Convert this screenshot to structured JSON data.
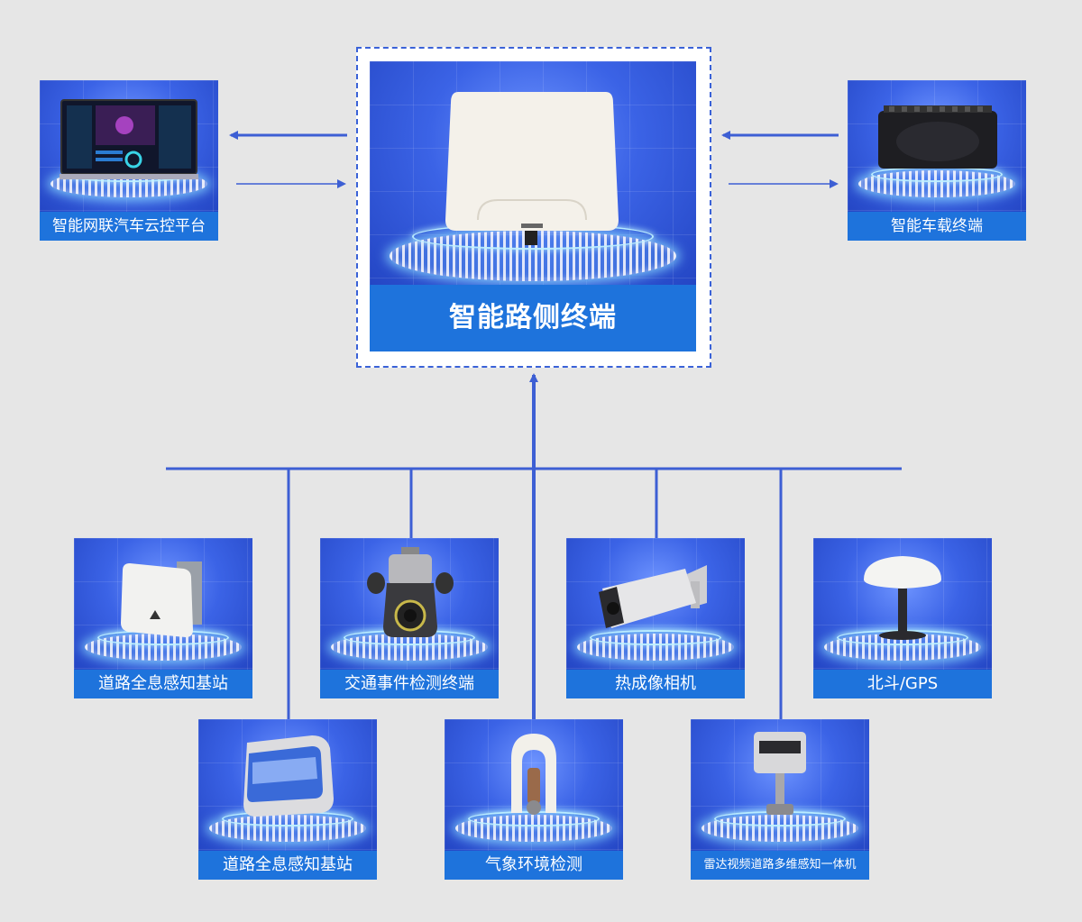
{
  "center": {
    "label": "智能路侧终端"
  },
  "cloud_platform": {
    "label": "智能网联汽车云控平台"
  },
  "vehicle_terminal": {
    "label": "智能车载终端"
  },
  "sensors": [
    {
      "label": "道路全息感知基站"
    },
    {
      "label": "交通事件检测终端"
    },
    {
      "label": "热成像相机"
    },
    {
      "label": "北斗/GPS"
    },
    {
      "label": "道路全息感知基站"
    },
    {
      "label": "气象环境检测"
    },
    {
      "label": "雷达视频道路多维感知一体机"
    }
  ],
  "colors": {
    "background": "#e6e6e6",
    "connector": "#3d5fd4",
    "label_bar": "#1e73dc",
    "card": "#2f57d6"
  }
}
